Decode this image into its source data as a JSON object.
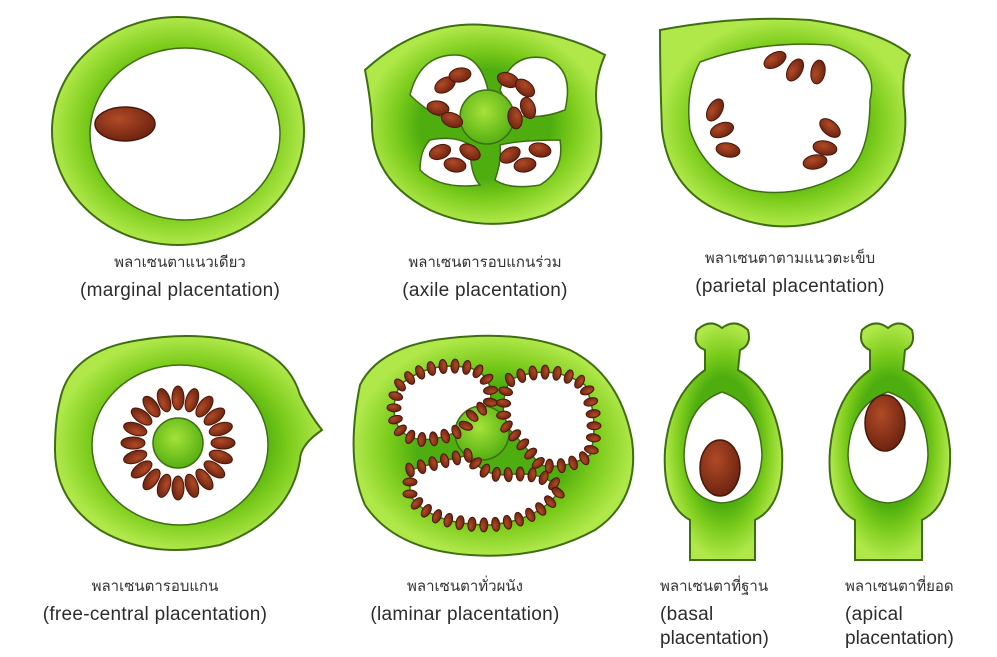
{
  "colors": {
    "wall": "#86d11e",
    "wall_dark": "#4ea80f",
    "seed": "#7b2a14",
    "seed_light": "#b44a2a",
    "outline": "#3f6e12"
  },
  "panels": [
    {
      "id": "marginal",
      "thai": "พลาเซนตาแนวเดียว",
      "english": "(marginal placentation)"
    },
    {
      "id": "axile",
      "thai": "พลาเซนตารอบแกนร่วม",
      "english": "(axile placentation)"
    },
    {
      "id": "parietal",
      "thai": "พลาเซนตาตามแนวตะเข็บ",
      "english": "(parietal placentation)"
    },
    {
      "id": "free-central",
      "thai": "พลาเซนตารอบแกน",
      "english": "(free-central placentation)"
    },
    {
      "id": "laminar",
      "thai": "พลาเซนตาทั่วผนัง",
      "english": "(laminar placentation)"
    },
    {
      "id": "basal",
      "thai": "พลาเซนตาที่ฐาน",
      "english_line1": "(basal",
      "english_line2": "placentation)"
    },
    {
      "id": "apical",
      "thai": "พลาเซนตาที่ยอด",
      "english_line1": "(apical",
      "english_line2": "placentation)"
    }
  ]
}
